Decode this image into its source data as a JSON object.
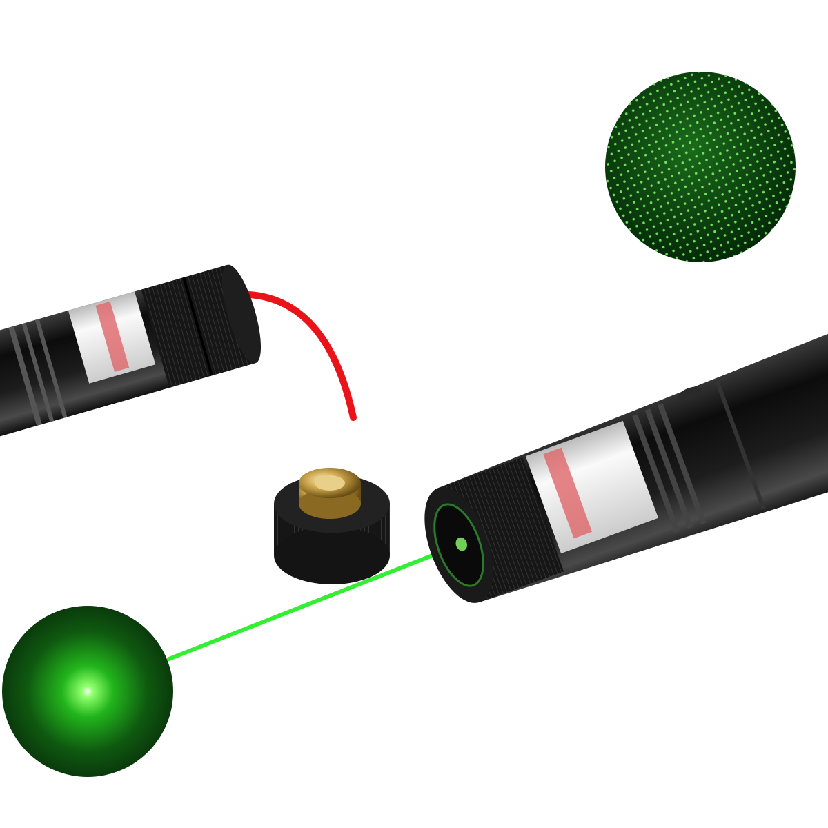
{
  "scene": {
    "background": "#ffffff",
    "subjects": [
      "laser-pointer-red",
      "laser-pointer-green",
      "starry-cap",
      "green-dot-projection",
      "starry-pattern-projection"
    ],
    "colors": {
      "body": "#1a1a1a",
      "red_beam": "#e8141a",
      "green_beam": "#33ee33",
      "brass": "#c9a24a",
      "label": "#f2f2f2",
      "label_stripe": "#e0666a"
    }
  }
}
